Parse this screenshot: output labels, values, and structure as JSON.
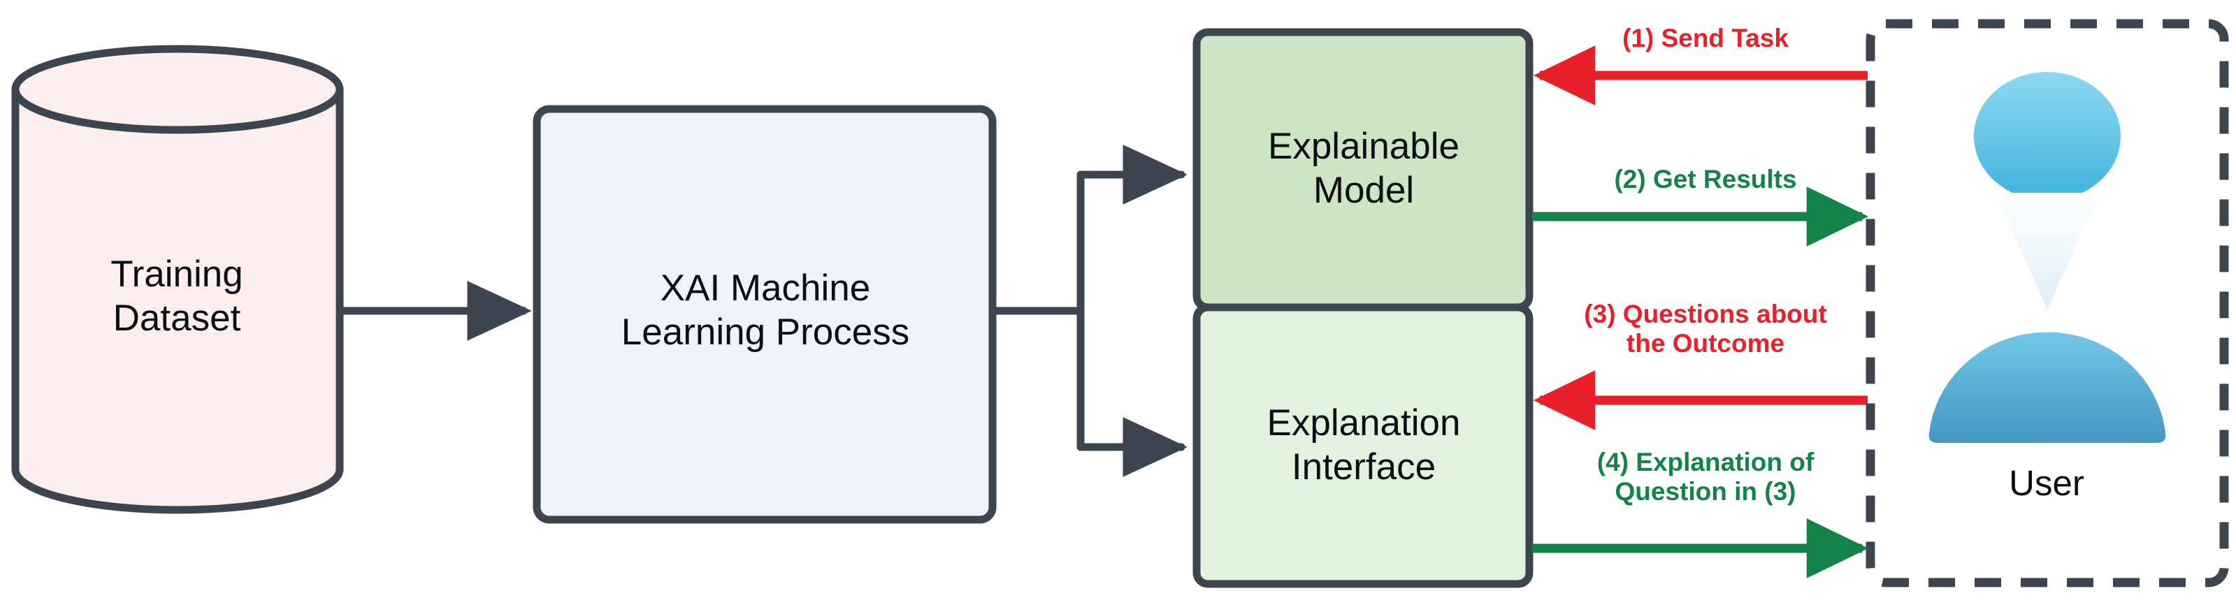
{
  "diagram": {
    "title": "XAI system interaction flow",
    "colors": {
      "stroke_dark": "#3d4650",
      "fill_pink": "#fdeeee",
      "fill_blue": "#eef2fb",
      "fill_green_dark": "#cde5c5",
      "fill_green_light": "#e3f2dd",
      "arrow_red": "#e8202a",
      "arrow_green": "#14834a",
      "avatar_head_top": "#7fd2ef",
      "avatar_head_bottom": "#48b6dd",
      "avatar_body_top": "#6cc4e4",
      "avatar_body_bottom": "#4a9fc8",
      "avatar_collar": "#e6f4fb"
    },
    "nodes": [
      {
        "id": "training-dataset",
        "label": "Training\nDataset",
        "shape": "cylinder"
      },
      {
        "id": "xai-process",
        "label": "XAI Machine\nLearning Process",
        "shape": "rounded-rect"
      },
      {
        "id": "explainable-model",
        "label": "Explainable\nModel",
        "shape": "rounded-rect"
      },
      {
        "id": "explanation-interface",
        "label": "Explanation\nInterface",
        "shape": "rounded-rect"
      },
      {
        "id": "user",
        "label": "User",
        "shape": "dashed-rect",
        "icon": "user-avatar-icon"
      }
    ],
    "edges": [
      {
        "id": "edge-dataset-to-xai",
        "label": "",
        "color": "#3d4650",
        "direction": "right"
      },
      {
        "id": "edge-xai-to-model",
        "label": "",
        "color": "#3d4650",
        "direction": "right"
      },
      {
        "id": "edge-xai-to-interface",
        "label": "",
        "color": "#3d4650",
        "direction": "right"
      },
      {
        "id": "edge-1",
        "label": "(1) Send Task",
        "color": "#e8202a",
        "direction": "left",
        "from": "user",
        "to": "explainable-model"
      },
      {
        "id": "edge-2",
        "label": "(2) Get Results",
        "color": "#14834a",
        "direction": "right",
        "from": "explainable-model",
        "to": "user"
      },
      {
        "id": "edge-3",
        "label": "(3) Questions about\nthe Outcome",
        "color": "#e8202a",
        "direction": "left",
        "from": "user",
        "to": "explanation-interface"
      },
      {
        "id": "edge-4",
        "label": "(4) Explanation of\nQuestion in (3)",
        "color": "#14834a",
        "direction": "right",
        "from": "explanation-interface",
        "to": "user"
      }
    ]
  }
}
